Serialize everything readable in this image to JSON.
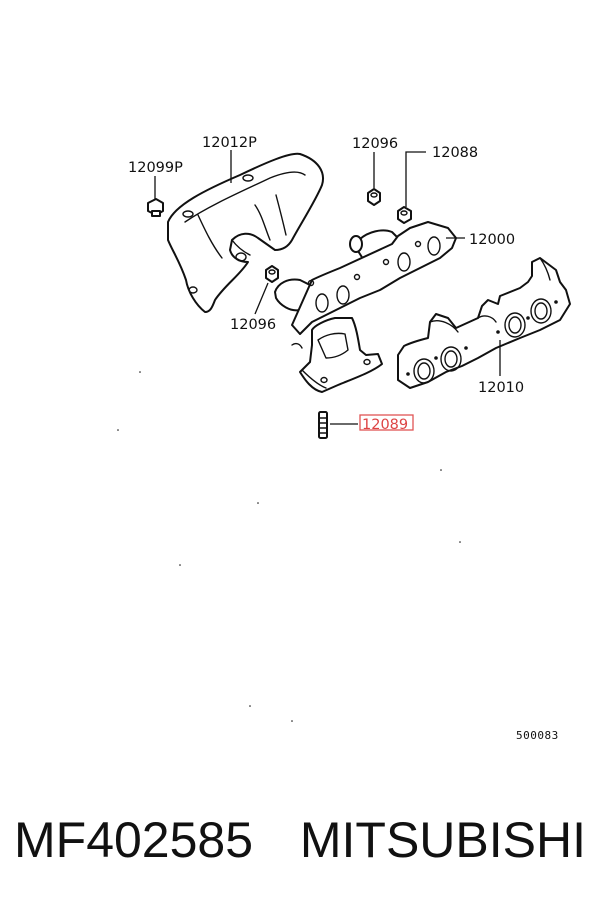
{
  "diagram": {
    "labels": {
      "heat_shield": "12012P",
      "bolt": "12099P",
      "nut_top": "12096",
      "stud_top": "12088",
      "manifold": "12000",
      "nut_left": "12096",
      "gasket": "12010",
      "stud_bottom": "12089"
    },
    "reference_code": "500083",
    "highlight_color": "#e05555"
  },
  "footer": {
    "part_number": "MF402585",
    "brand": "MITSUBISHI"
  }
}
